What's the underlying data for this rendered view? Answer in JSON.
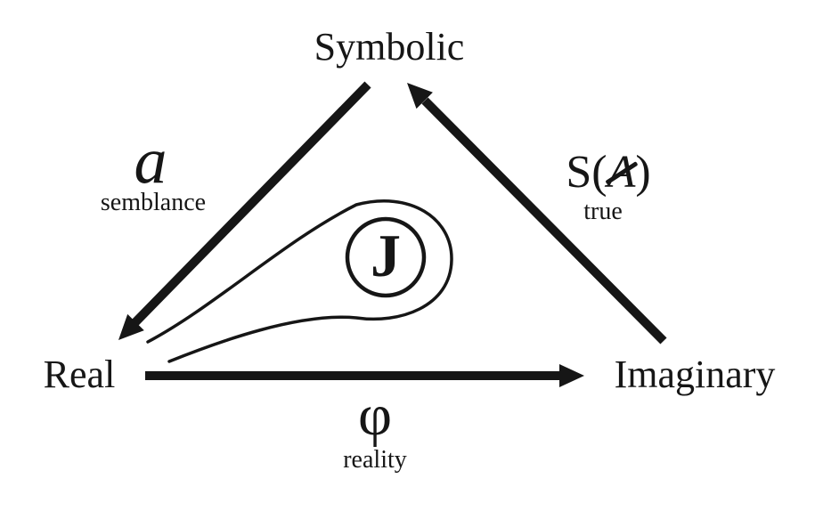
{
  "colors": {
    "ink": "#161616",
    "background": "#ffffff"
  },
  "nodes": {
    "symbolic": "Symbolic",
    "real": "Real",
    "imaginary": "Imaginary"
  },
  "edges": {
    "symbolic_to_real": {
      "symbol": "a",
      "caption": "semblance"
    },
    "imaginary_to_symbolic": {
      "prefix": "S(",
      "barred_letter": "A",
      "suffix": ")",
      "caption": "true"
    },
    "real_to_imaginary": {
      "symbol": "φ",
      "caption": "reality"
    }
  },
  "center": {
    "letter": "J"
  }
}
